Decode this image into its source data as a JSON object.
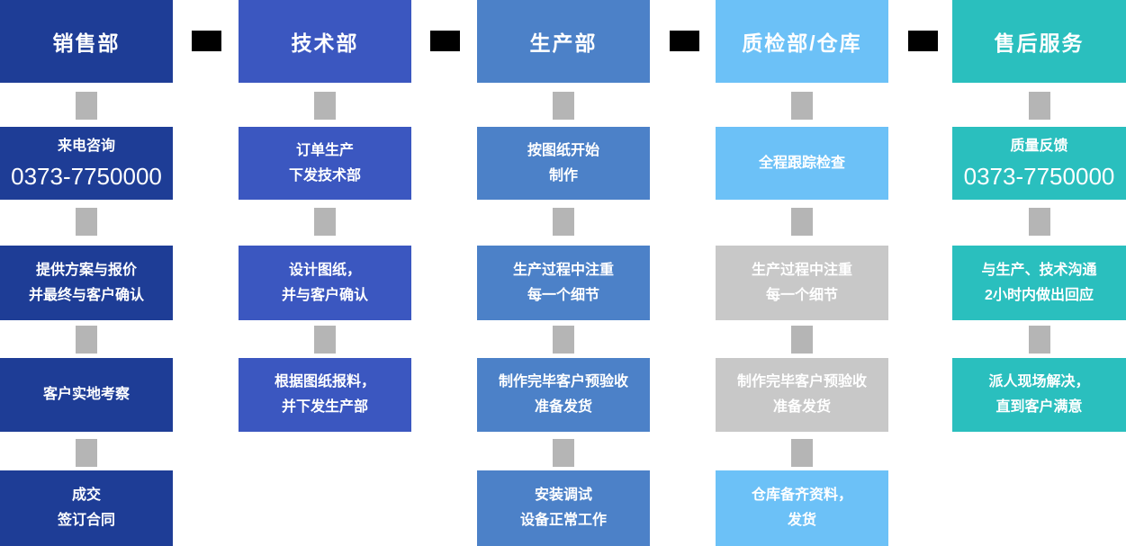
{
  "colors": {
    "sales": "#1e3d96",
    "tech": "#3b57c0",
    "production": "#4c81c8",
    "qc": "#6cc1f7",
    "aftersales": "#2abfbe",
    "gray_step": "#c8c8c8",
    "connector": "#b5b5b5",
    "header_connector": "#000000",
    "text": "#ffffff",
    "background": "#ffffff"
  },
  "columns": [
    {
      "id": "sales",
      "header": "销售部",
      "boxes": [
        {
          "line1": "来电咨询",
          "line2": "0373-7750000"
        },
        {
          "line1": "提供方案与报价",
          "line2": "并最终与客户确认"
        },
        {
          "line1": "客户实地考察"
        },
        {
          "line1": "成交",
          "line2": "签订合同"
        }
      ]
    },
    {
      "id": "tech",
      "header": "技术部",
      "boxes": [
        {
          "line1": "订单生产",
          "line2": "下发技术部"
        },
        {
          "line1": "设计图纸，",
          "line2": "并与客户确认"
        },
        {
          "line1": "根据图纸报料，",
          "line2": "并下发生产部"
        }
      ]
    },
    {
      "id": "production",
      "header": "生产部",
      "boxes": [
        {
          "line1": "按图纸开始",
          "line2": "制作"
        },
        {
          "line1": "生产过程中注重",
          "line2": "每一个细节"
        },
        {
          "line1": "制作完毕客户预验收",
          "line2": "准备发货"
        },
        {
          "line1": "安装调试",
          "line2": "设备正常工作"
        }
      ]
    },
    {
      "id": "qc-warehouse",
      "header": "质检部/仓库",
      "boxes": [
        {
          "line1": "全程跟踪检查"
        },
        {
          "line1": "生产过程中注重",
          "line2": "每一个细节"
        },
        {
          "line1": "制作完毕客户预验收",
          "line2": "准备发货"
        },
        {
          "line1": "仓库备齐资料，",
          "line2": "发货"
        }
      ]
    },
    {
      "id": "aftersales",
      "header": "售后服务",
      "boxes": [
        {
          "line1": "质量反馈",
          "line2": "0373-7750000"
        },
        {
          "line1": "与生产、技术沟通",
          "line2": "2小时内做出回应"
        },
        {
          "line1": "派人现场解决，",
          "line2": "直到客户满意"
        }
      ]
    }
  ]
}
